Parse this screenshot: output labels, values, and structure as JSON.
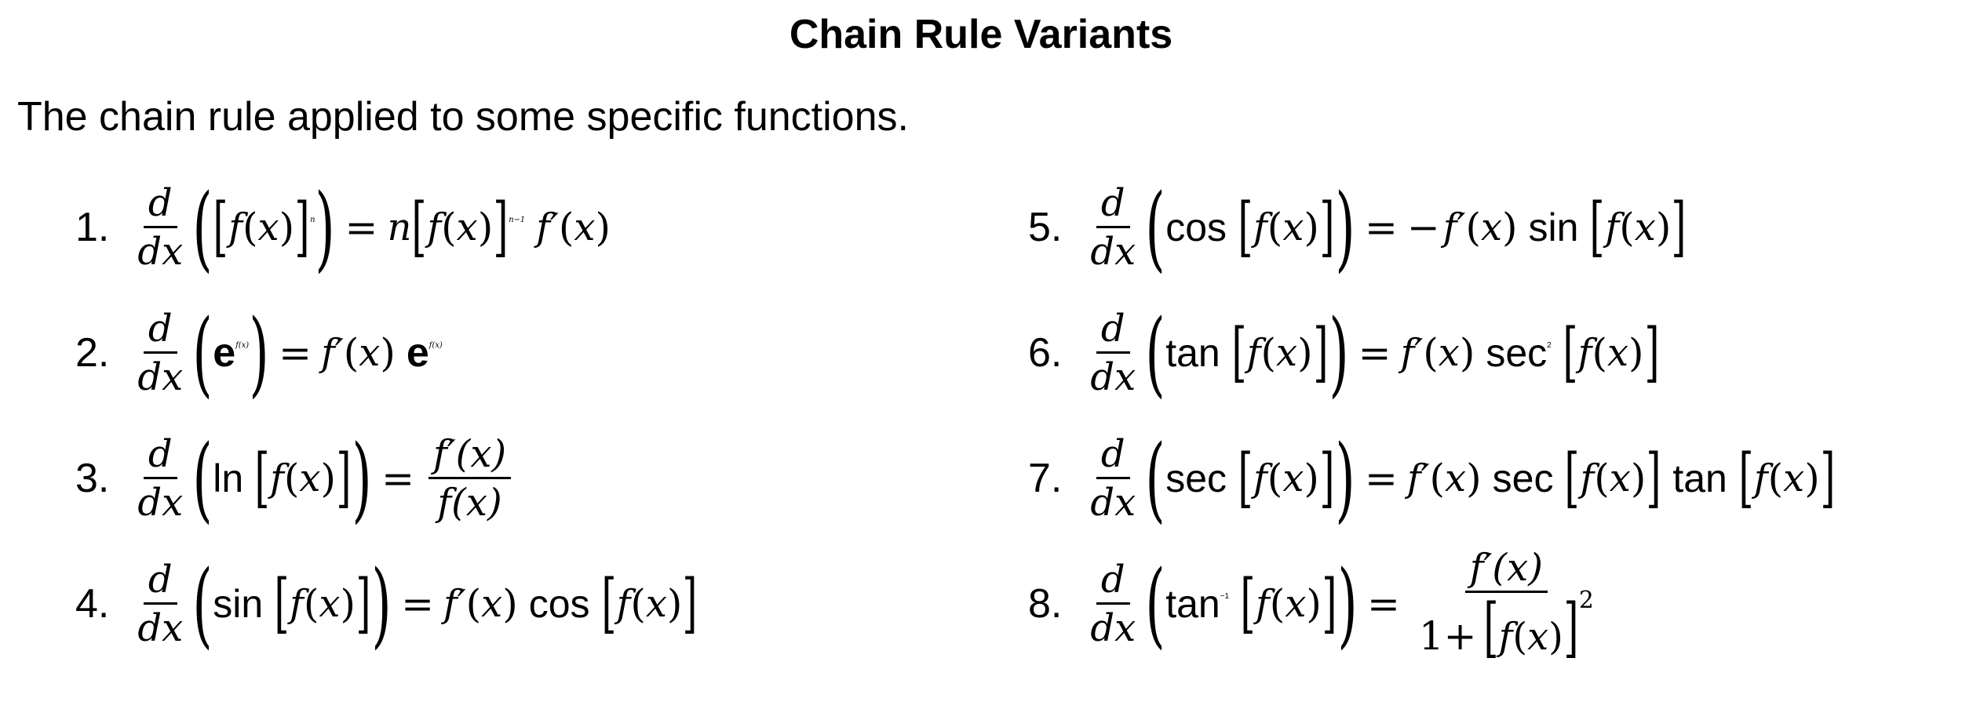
{
  "title": "Chain Rule Variants",
  "subtitle": "The chain rule applied to some specific functions.",
  "equations": [
    {
      "number": "1.",
      "latex": "\\frac{d}{dx}\\left(\\left[f(x)\\right]^n\\right) = n\\left[f(x)\\right]^{n-1} f'(x)"
    },
    {
      "number": "2.",
      "latex": "\\frac{d}{dx}\\left(\\mathbf{e}^{f(x)}\\right) = f'(x)\\,\\mathbf{e}^{f(x)}"
    },
    {
      "number": "3.",
      "latex": "\\frac{d}{dx}\\left(\\ln\\left[f(x)\\right]\\right) = \\frac{f'(x)}{f(x)}"
    },
    {
      "number": "4.",
      "latex": "\\frac{d}{dx}\\left(\\sin\\left[f(x)\\right]\\right) = f'(x)\\cos\\left[f(x)\\right]"
    },
    {
      "number": "5.",
      "latex": "\\frac{d}{dx}\\left(\\cos\\left[f(x)\\right]\\right) = -f'(x)\\sin\\left[f(x)\\right]"
    },
    {
      "number": "6.",
      "latex": "\\frac{d}{dx}\\left(\\tan\\left[f(x)\\right]\\right) = f'(x)\\sec^2\\left[f(x)\\right]"
    },
    {
      "number": "7.",
      "latex": "\\frac{d}{dx}\\left(\\sec\\left[f(x)\\right]\\right) = f'(x)\\sec\\left[f(x)\\right]\\tan\\left[f(x)\\right]"
    },
    {
      "number": "8.",
      "latex": "\\frac{d}{dx}\\left(\\tan^{-1}\\left[f(x)\\right]\\right) = \\frac{f'(x)}{1+\\left[f(x)\\right]^2}"
    }
  ]
}
